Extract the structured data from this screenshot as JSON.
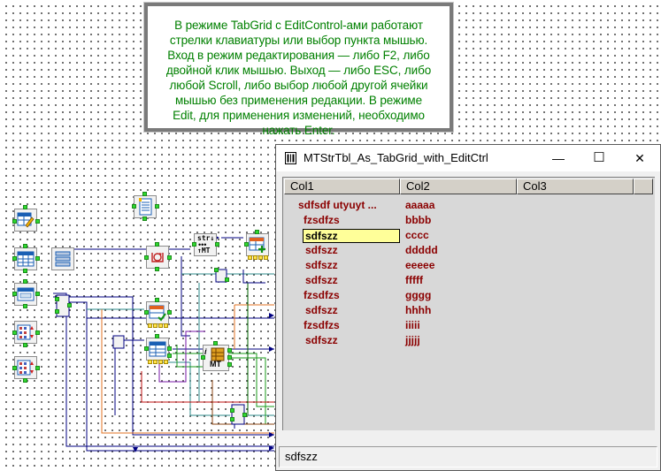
{
  "note": {
    "lines": [
      "В режиме TabGrid с EditControl-ами работают",
      "стрелки клавиатуры или выбор пункта мышью.",
      "Вход в режим редактирования — либо F2, либо",
      "двойной клик мышью. Выход — либо ESC, либо",
      "любой Scroll, либо выбор любой другой ячейки",
      "мышью без применения редакции. В режиме",
      "Edit, для применения изменений, необходимо",
      "нажать Enter."
    ],
    "color": "#008000"
  },
  "window": {
    "title": "MTStrTbl_As_TabGrid_with_EditCtrl",
    "minimize_glyph": "—",
    "maximize_glyph": "☐",
    "close_glyph": "✕"
  },
  "grid": {
    "columns": [
      "Col1",
      "Col2",
      "Col3"
    ],
    "rows": [
      {
        "col1": "sdfsdf utyuyt ...",
        "col2": "aaaaa"
      },
      {
        "col1": "fzsdfzs",
        "col2": "bbbb"
      },
      {
        "col1": "sdfszz",
        "col2": "cccc"
      },
      {
        "col1": "sdfszz",
        "col2": "ddddd"
      },
      {
        "col1": "sdfszz",
        "col2": "eeeee"
      },
      {
        "col1": "sdfszz",
        "col2": "fffff"
      },
      {
        "col1": "fzsdfzs",
        "col2": "gggg"
      },
      {
        "col1": "sdfszz",
        "col2": "hhhh"
      },
      {
        "col1": "fzsdfzs",
        "col2": "iiiii"
      },
      {
        "col1": "sdfszz",
        "col2": "jjjjj"
      }
    ],
    "editing_row": 2,
    "edit_value": "sdfszz",
    "cell_color": "#8b0000",
    "edit_bg": "#ffff99"
  },
  "status": {
    "text": "sdfszz"
  },
  "components": {
    "str_mt_label_top": "str↓",
    "str_mt_label_bottom": "↑MT",
    "mt_label": "MT",
    "info_glyph": "i"
  }
}
